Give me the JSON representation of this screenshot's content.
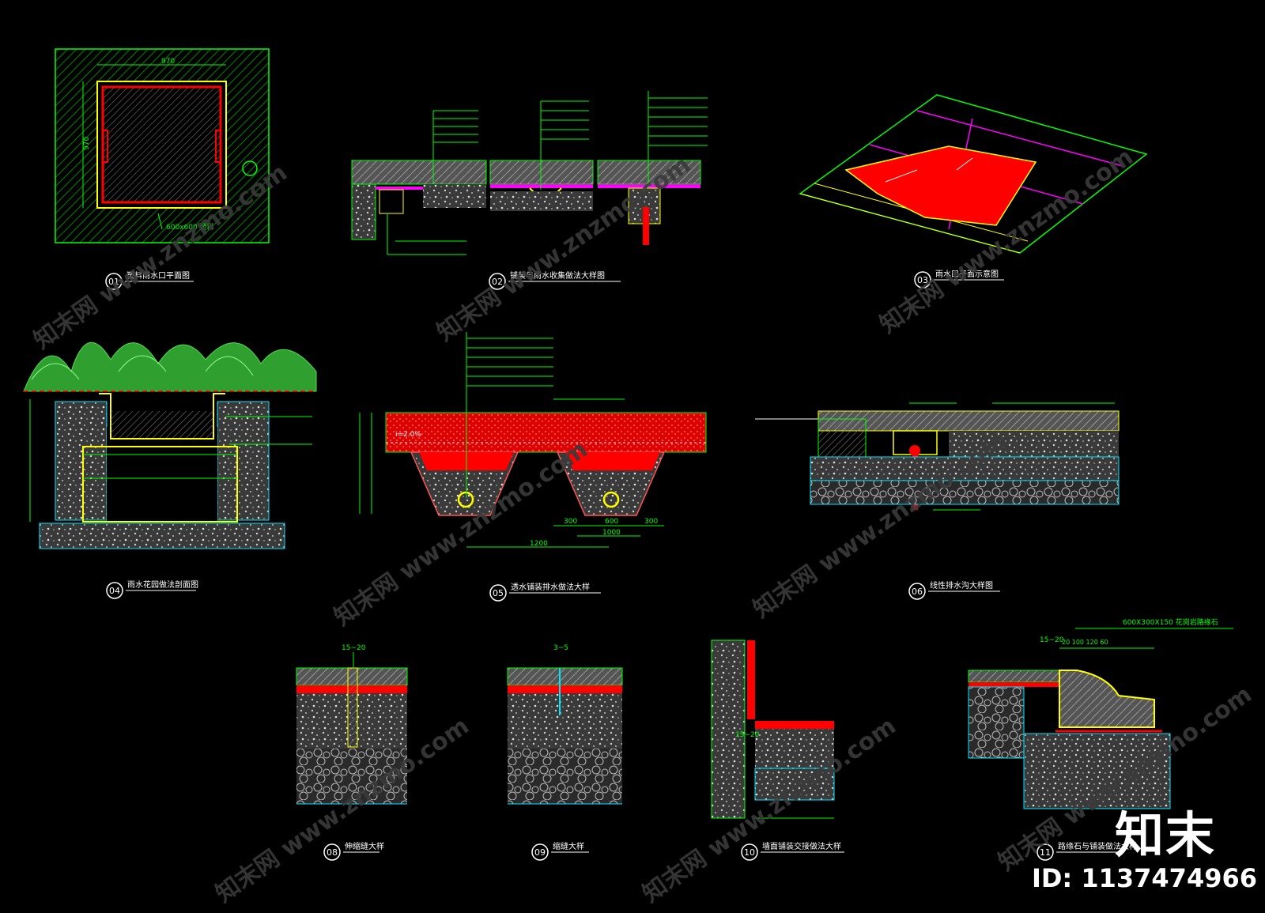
{
  "scale_labels": {
    "d01_width": "970",
    "d01_height": "970",
    "d01_note": "600x600 塑料",
    "d05_overall": "1200",
    "d05_seg_a": "300",
    "d05_seg_b": "600",
    "d05_seg_c": "300",
    "d05_total": "1000",
    "d05_slope": "i=2.0%",
    "d08_gap": "15~20",
    "d09_gap": "3~5",
    "d10_gap": "15~20",
    "d11_gap": "15~20",
    "d11_dims": "20 100 120 60",
    "d11_title": "600X300X150 花岗岩路缘石"
  },
  "details": [
    {
      "num": "01",
      "title": "塑料雨水口平面图"
    },
    {
      "num": "02",
      "title": "铺装与雨水收集做法大样图"
    },
    {
      "num": "03",
      "title": "雨水口平面示意图"
    },
    {
      "num": "04",
      "title": "雨水花园做法剖面图"
    },
    {
      "num": "05",
      "title": "透水铺装排水做法大样"
    },
    {
      "num": "06",
      "title": "线性排水沟大样图"
    },
    {
      "num": "08",
      "title": "伸缩缝大样"
    },
    {
      "num": "09",
      "title": "缩缝大样"
    },
    {
      "num": "10",
      "title": "墙面铺装交接做法大样"
    },
    {
      "num": "11",
      "title": "路缘石与铺装做法大样"
    }
  ],
  "watermark": "知末网 www.znzmo.com",
  "brand": "知末",
  "doc_id": "ID: 1137474966",
  "colors": {
    "background": "#000000",
    "line_green": "#00ff00",
    "highlight_red": "#ff0000",
    "outline_yellow": "#ffff00",
    "fill_grey": "#8a8a8a",
    "plant_green": "#3fbf3f",
    "base_cyan": "#00e5ff",
    "magenta": "#ff00ff"
  }
}
